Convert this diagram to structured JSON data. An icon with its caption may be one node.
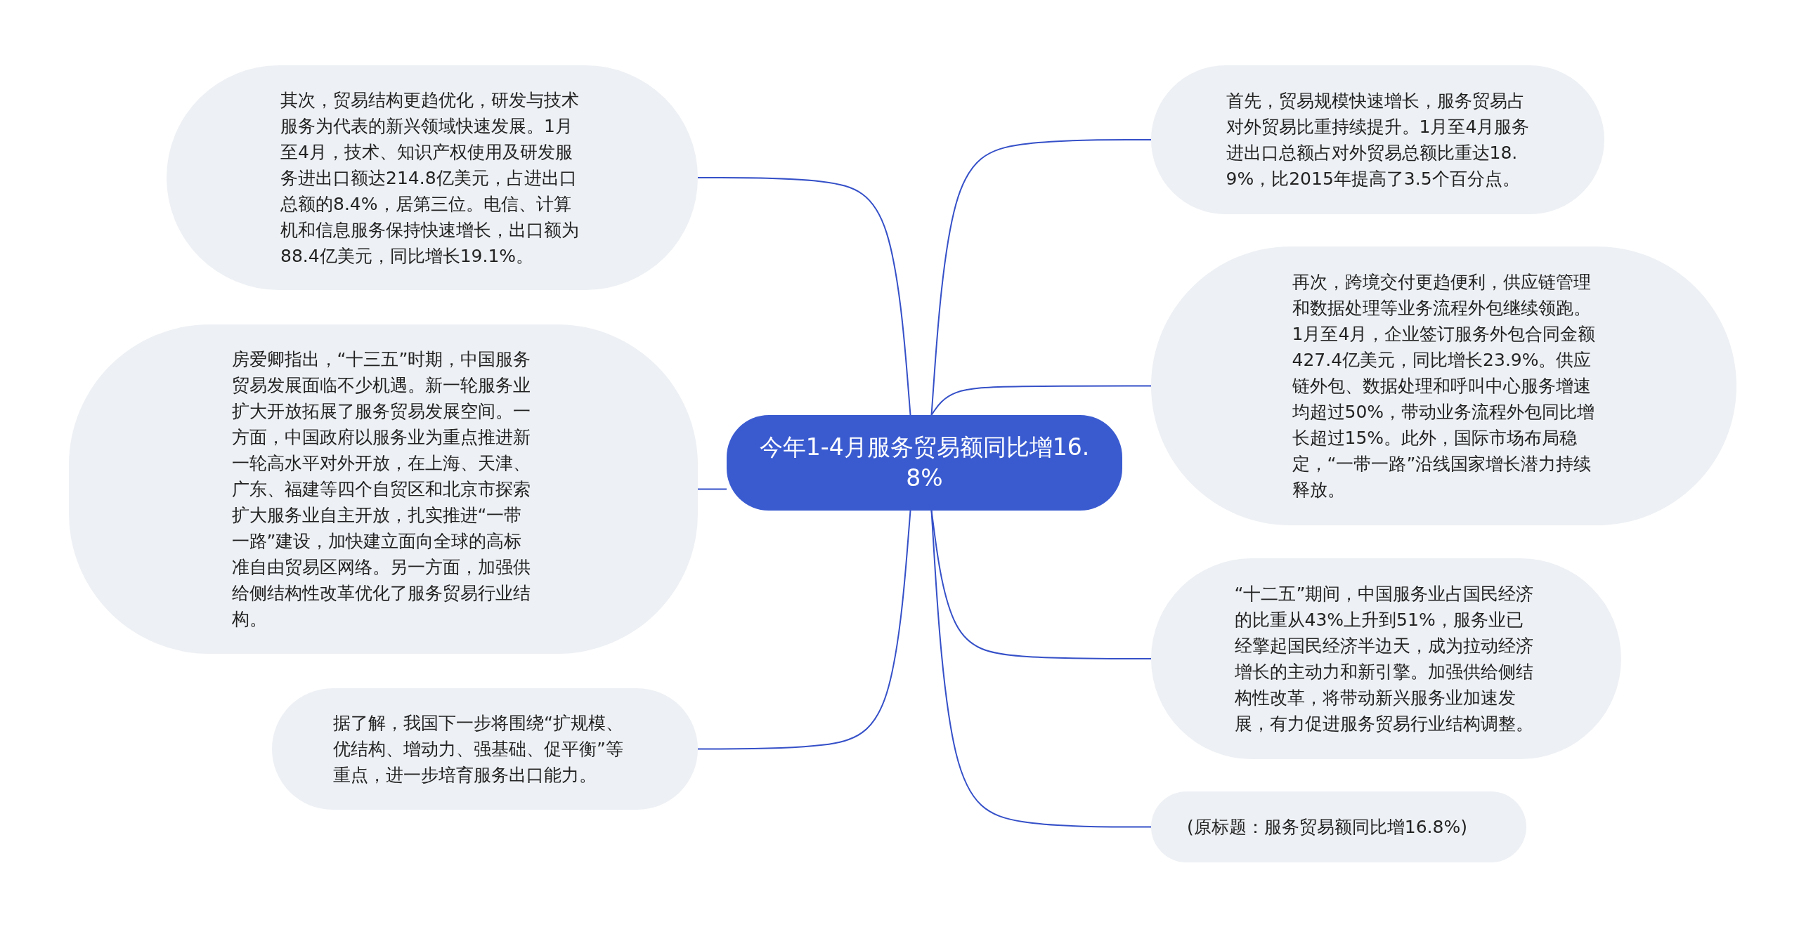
{
  "diagram": {
    "nodes": [
      {
        "text": [
          "今年1-4月服务贸易额同比增16.8%"
        ]
      },
      {
        "text": [
          "首先，贸易规模快速增长，服务贸易占对外贸易比重持续提升。1月至4月服务进出口总额占对外贸易总额比重达18.9%，比2015年提高了3.5个百分点。"
        ]
      },
      {
        "text": [
          "再次，跨境交付更趋便利，供应链管理和数据处理等业务流程外包继续领跑。1月至4月，企业签订服务外包合同金额427.4亿美元，同比增长23.9%。供应链外包、数据处理和呼叫中心服务增速均超过50%，带动业务流程外包同比增长超过15%。此外，国际市场布局稳定，“一带一路”沿线国家增长潜力持续释放。"
        ]
      },
      {
        "text": [
          "“十二五”期间，中国服务业占国民经济的比重从43%上升到51%，服务业已经擎起国民经济半边天，成为拉动经济增长的主动力和新引擎。加强供给侧结构性改革，将带动新兴服务业加速发展，有力促进服务贸易行业结构调整。"
        ]
      },
      {
        "text": [
          "(原标题：服务贸易额同比增16.8%)"
        ]
      },
      {
        "text": [
          "其次，贸易结构更趋优化，研发与技术服务为代表的新兴领域快速发展。1月至4月，技术、知识产权使用及研发服务进出口额达214.8亿美元，占进出口总额的8.4%，居第三位。电信、计算机和信息服务保持快速增长，出口额为88.4亿美元，同比增长19.1%。"
        ]
      },
      {
        "text": [
          "房爱卿指出，“十三五”时期，中国服务贸易发展面临不少机遇。新一轮服务业扩大开放拓展了服务贸易发展空间。一方面，中国政府以服务业为重点推进新一轮高水平对外开放，在上海、天津、广东、福建等四个自贸区和北京市探索扩大服务业自主开放，扎实推进“一带一路”建设，加快建立面向全球的高标准自由贸易区网络。另一方面，加强供给侧结构性改革优化了服务贸易行业结构。"
        ]
      },
      {
        "text": [
          "据了解，我国下一步将围绕“扩规模、优结构、增动力、强基础、促平衡”等重点，进一步培育服务出口能力。"
        ]
      }
    ],
    "edges": [
      {
        "from": 0,
        "to": 1,
        "arrow": "none"
      },
      {
        "from": 0,
        "to": 2,
        "arrow": "none"
      },
      {
        "from": 0,
        "to": 3,
        "arrow": "none"
      },
      {
        "from": 0,
        "to": 4,
        "arrow": "none"
      },
      {
        "from": 0,
        "to": 5,
        "arrow": "none"
      },
      {
        "from": 0,
        "to": 6,
        "arrow": "none"
      },
      {
        "from": 0,
        "to": 7,
        "arrow": "none"
      }
    ]
  }
}
